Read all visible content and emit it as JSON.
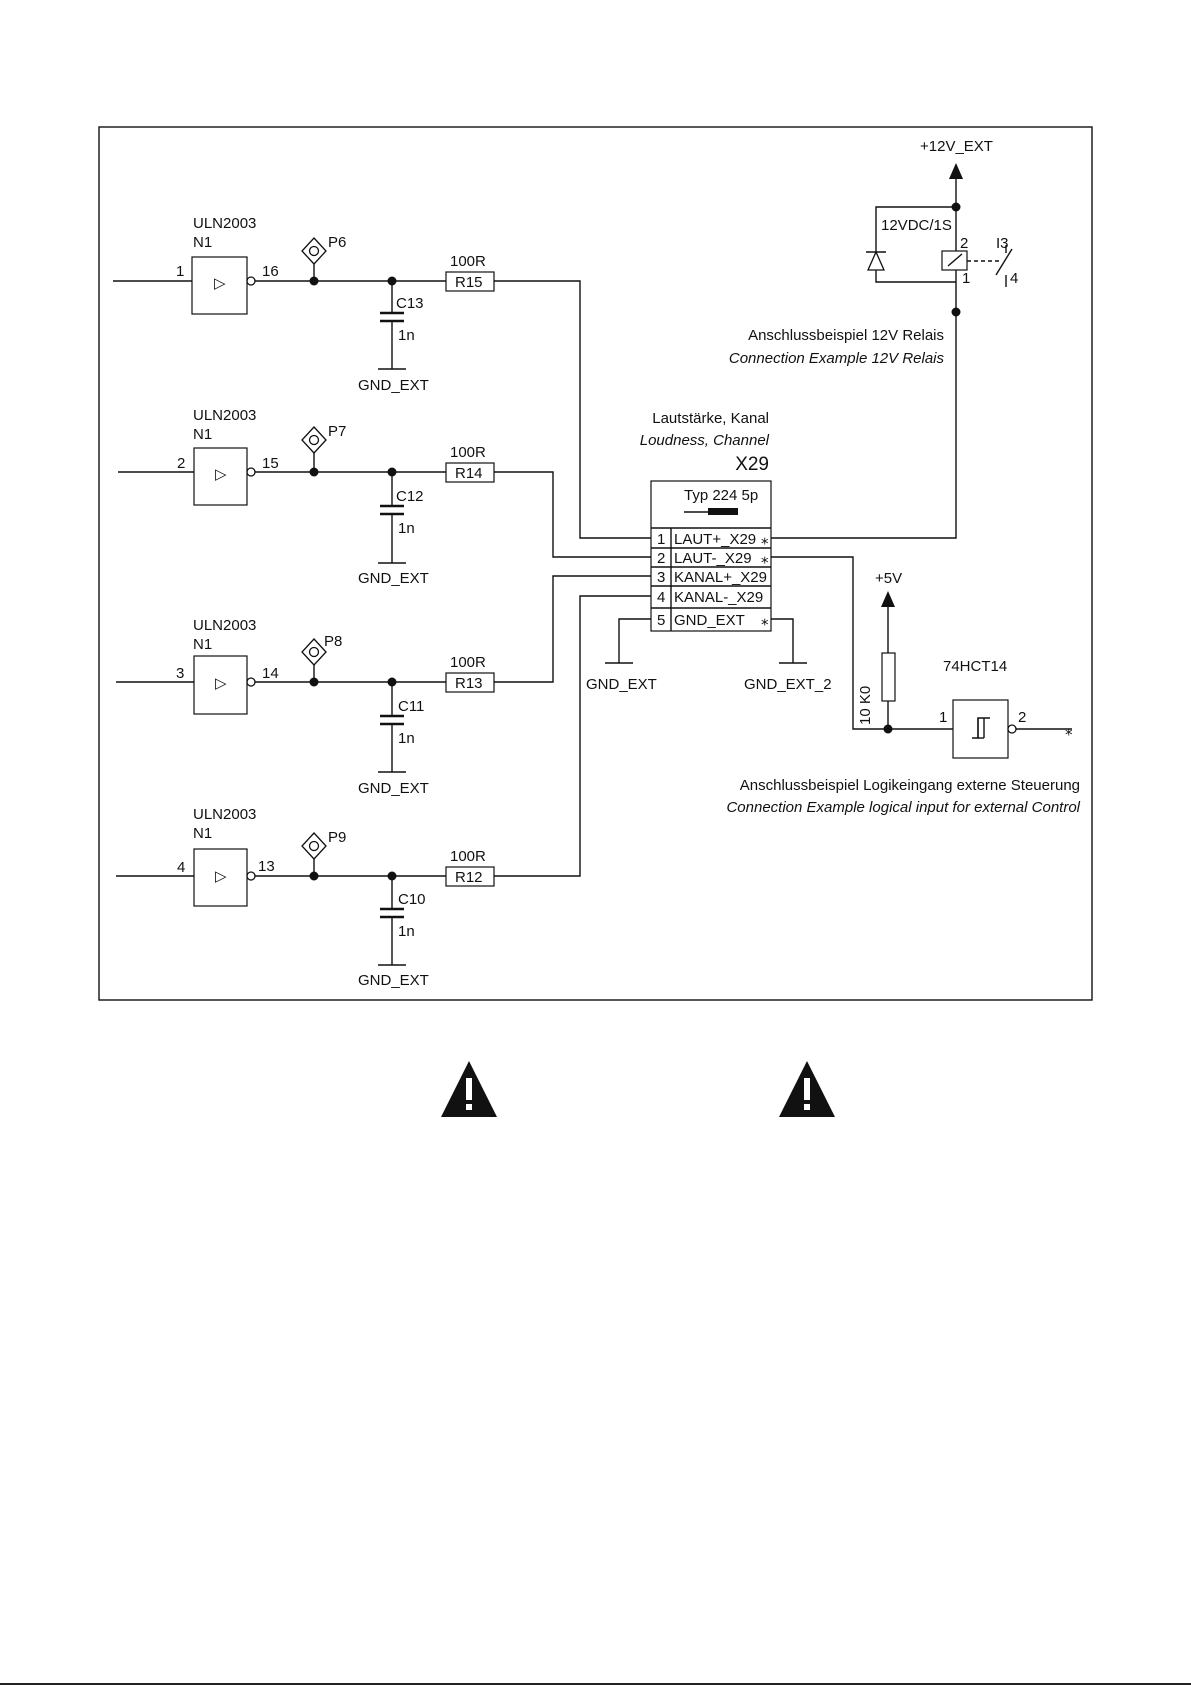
{
  "drivers": [
    {
      "ic": "ULN2003",
      "ref": "N1",
      "in_pin": "1",
      "out_pin": "16",
      "tp": "P6",
      "res_val": "100R",
      "res": "R15",
      "cap": "C13",
      "cap_val": "1n",
      "gnd": "GND_EXT"
    },
    {
      "ic": "ULN2003",
      "ref": "N1",
      "in_pin": "2",
      "out_pin": "15",
      "tp": "P7",
      "res_val": "100R",
      "res": "R14",
      "cap": "C12",
      "cap_val": "1n",
      "gnd": "GND_EXT"
    },
    {
      "ic": "ULN2003",
      "ref": "N1",
      "in_pin": "3",
      "out_pin": "14",
      "tp": "P8",
      "res_val": "100R",
      "res": "R13",
      "cap": "C11",
      "cap_val": "1n",
      "gnd": "GND_EXT"
    },
    {
      "ic": "ULN2003",
      "ref": "N1",
      "in_pin": "4",
      "out_pin": "13",
      "tp": "P9",
      "res_val": "100R",
      "res": "R12",
      "cap": "C10",
      "cap_val": "1n",
      "gnd": "GND_EXT"
    }
  ],
  "connector": {
    "title_de": "Lautstärke, Kanal",
    "title_en": "Loudness, Channel",
    "ref": "X29",
    "type": "Typ 224 5p",
    "pins": [
      {
        "num": "1",
        "name": "LAUT+_X29"
      },
      {
        "num": "2",
        "name": "LAUT-_X29"
      },
      {
        "num": "3",
        "name": "KANAL+_X29"
      },
      {
        "num": "4",
        "name": "KANAL-_X29"
      },
      {
        "num": "5",
        "name": "GND_EXT"
      }
    ],
    "gnd_left": "GND_EXT",
    "gnd_right": "GND_EXT_2"
  },
  "relay": {
    "supply": "+12V_EXT",
    "label": "12VDC/1S",
    "coil_pin_top": "2",
    "coil_pin_bottom": "1",
    "contact_top": "I3",
    "contact_bottom": "4",
    "caption_de": "Anschlussbeispiel 12V Relais",
    "caption_en": "Connection Example 12V Relais"
  },
  "logic": {
    "supply": "+5V",
    "resistor": "10 K0",
    "ic": "74HCT14",
    "in_pin": "1",
    "out_pin": "2",
    "caption_de": "Anschlussbeispiel Logikeingang externe Steuerung",
    "caption_en": "Connection Example logical input for external Control"
  },
  "warning_icons": [
    "warning-triangle-icon",
    "warning-triangle-icon"
  ],
  "colors": {
    "ink": "#111111",
    "paper": "#ffffff"
  }
}
